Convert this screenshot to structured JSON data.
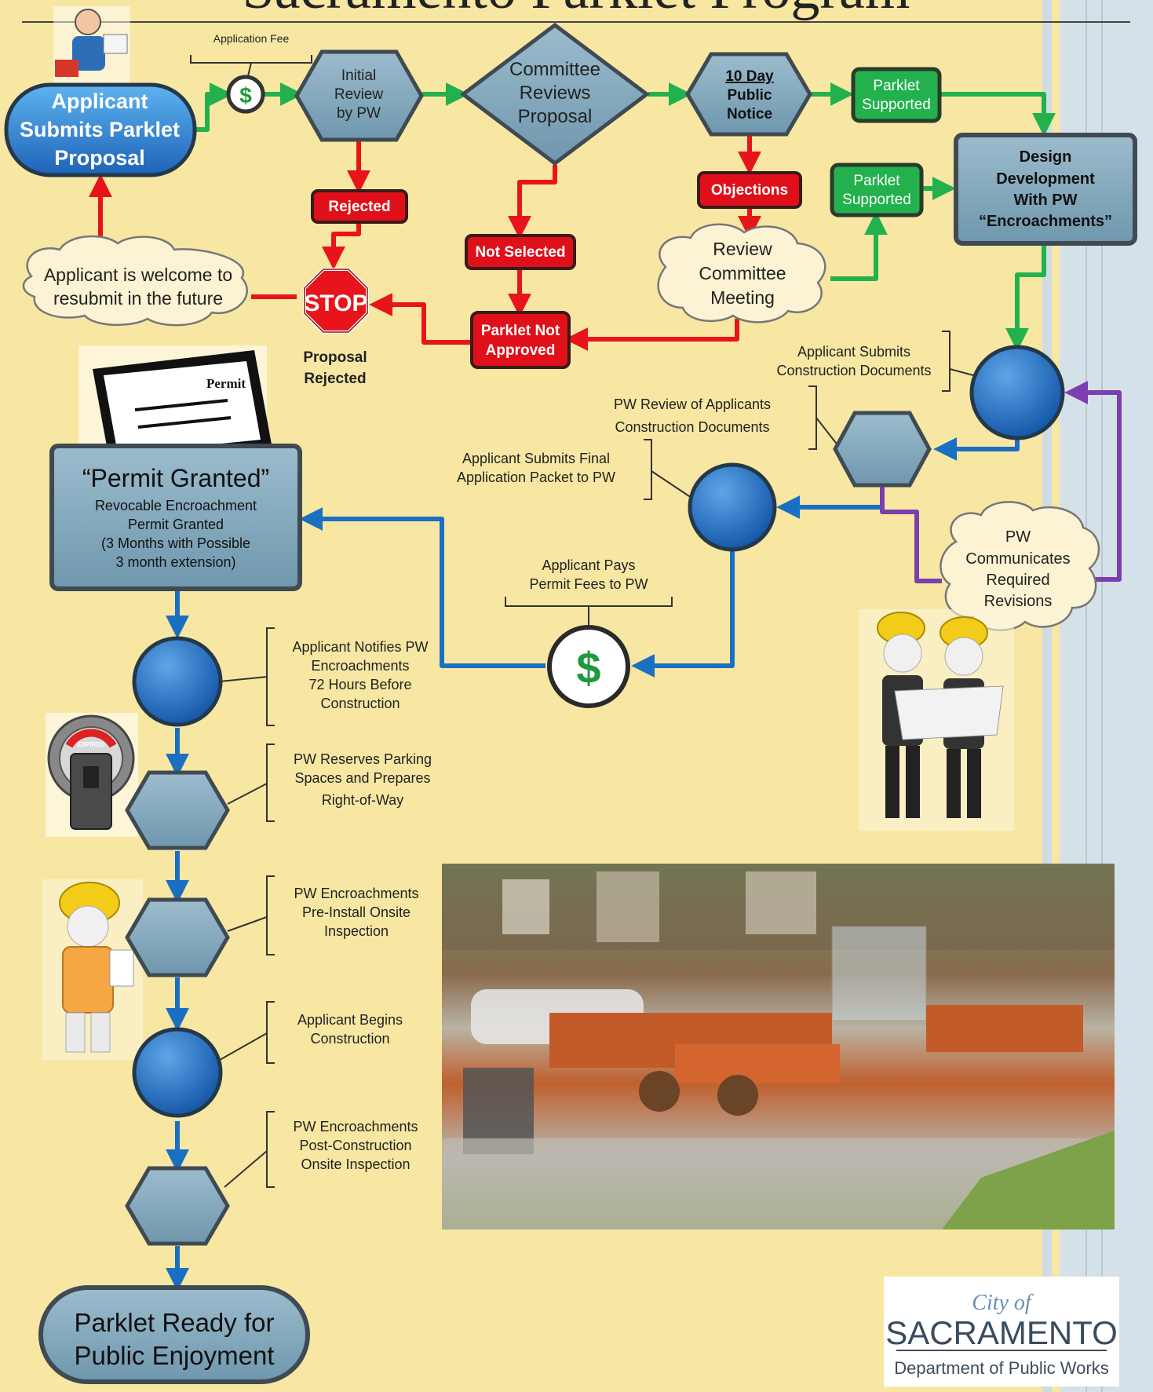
{
  "title": "Sacramento Parklet Program",
  "top_flow": {
    "application_fee_label": "Application Fee",
    "fee_symbol": "$",
    "start_line1": "Applicant",
    "start_line2": "Submits Parklet",
    "start_line3": "Proposal",
    "initial_review": [
      "Initial",
      "Review",
      "by PW"
    ],
    "committee_reviews": [
      "Committee",
      "Reviews",
      "Proposal"
    ],
    "public_notice": [
      "10 Day",
      "Public",
      "Notice"
    ],
    "parklet_supported_1": [
      "Parklet",
      "Supported"
    ],
    "parklet_supported_2": [
      "Parklet",
      "Supported"
    ],
    "design_development": [
      "Design",
      "Development",
      "With PW",
      "“Encroachments”"
    ],
    "rejected": "Rejected",
    "not_selected": "Not Selected",
    "objections": "Objections",
    "review_committee": [
      "Review",
      "Committee",
      "Meeting"
    ],
    "parklet_not_approved": [
      "Parklet Not",
      "Approved"
    ],
    "resubmit": [
      "Applicant is welcome to",
      "resubmit in the future"
    ],
    "stop_sign": "STOP",
    "proposal_rejected": [
      "Proposal",
      "Rejected"
    ]
  },
  "permit_stage": {
    "permit_doc_label": "Permit",
    "permit_granted_title": "“Permit Granted”",
    "permit_granted_desc": [
      "Revocable Encroachment",
      "Permit Granted",
      "(3 Months with Possible",
      "3 month extension)"
    ],
    "applicant_submits_construction": [
      "Applicant Submits",
      "Construction Documents"
    ],
    "pw_review_documents": [
      "PW Review of Applicants",
      "Construction Documents"
    ],
    "applicant_submits_final": [
      "Applicant Submits Final",
      "Application Packet to  PW"
    ],
    "pw_communicates": [
      "PW",
      "Communicates",
      "Required",
      "Revisions"
    ],
    "applicant_pays": [
      "Applicant Pays",
      "Permit Fees to PW"
    ],
    "fee_symbol": "$"
  },
  "construction_stage": {
    "notify": [
      "Applicant Notifies PW",
      "Encroachments",
      "72 Hours Before",
      "Construction"
    ],
    "reserves": [
      "PW Reserves Parking",
      "Spaces and Prepares",
      "Right-of-Way"
    ],
    "preinstall": [
      "PW Encroachments",
      "Pre-Install Onsite",
      "Inspection"
    ],
    "begins": [
      "Applicant  Begins",
      "Construction"
    ],
    "postconstruction": [
      "PW Encroachments",
      "Post-Construction",
      "Onsite Inspection"
    ],
    "parklet_ready": [
      "Parklet Ready for",
      "Public Enjoyment"
    ],
    "meter_label": "EXPIRED"
  },
  "logo": {
    "city_of": "City of",
    "city": "SACRAMENTO",
    "department": "Department of Public Works"
  },
  "colors": {
    "background": "#f7e7a3",
    "green_arrow": "#22b14c",
    "red_arrow": "#e8141b",
    "blue_arrow": "#1a6fc2",
    "purple_arrow": "#7b3fb0",
    "node_fill": "#7aa2b8",
    "blue_circle": "#1e63b8",
    "supported_green": "#22b14c",
    "red_label": "#e0101a",
    "dark_outline": "#3f4a52"
  }
}
